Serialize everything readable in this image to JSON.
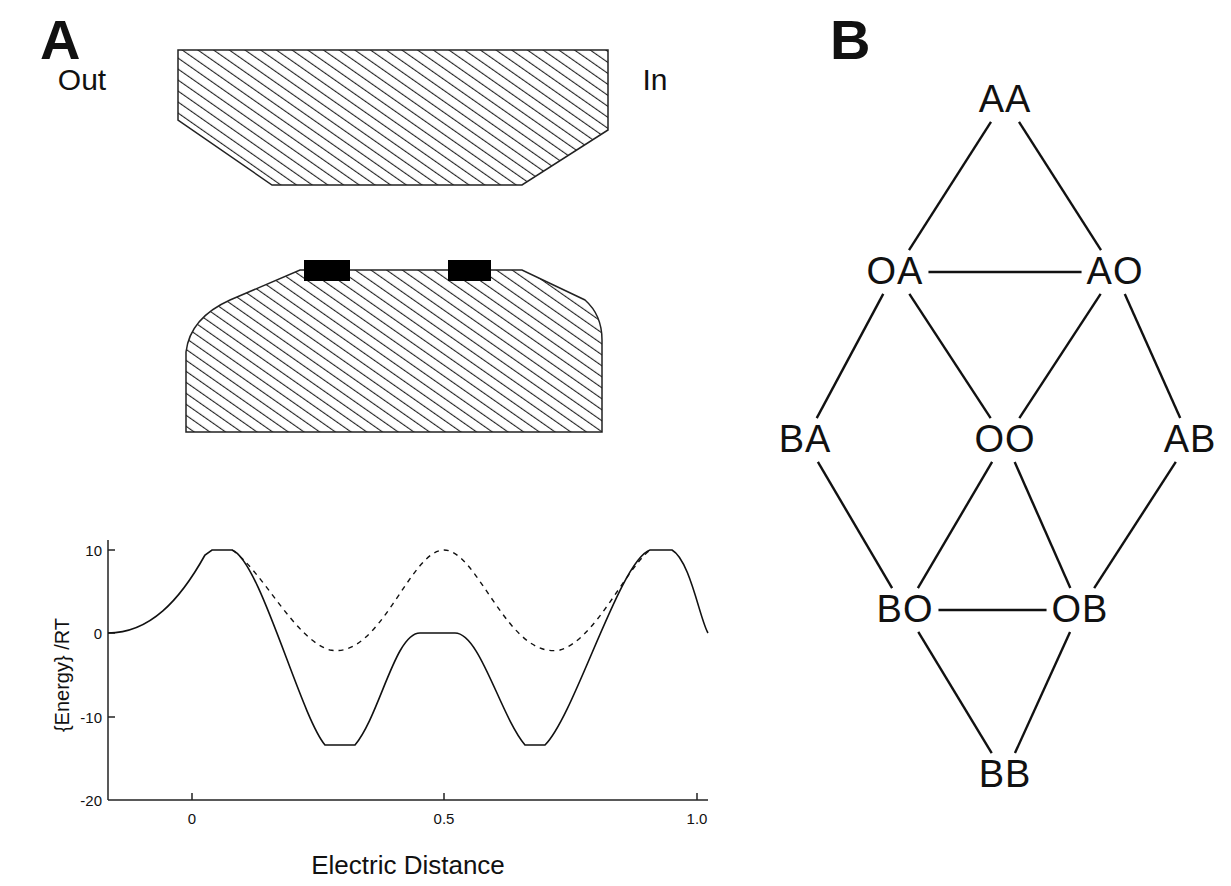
{
  "diagram": {
    "nodes": [
      {
        "text": [
          "AA"
        ]
      },
      {
        "text": [
          "OA"
        ]
      },
      {
        "text": [
          "AO"
        ]
      },
      {
        "text": [
          "BA"
        ]
      },
      {
        "text": [
          "OO"
        ]
      },
      {
        "text": [
          "AB"
        ]
      },
      {
        "text": [
          "BO"
        ]
      },
      {
        "text": [
          "OB"
        ]
      },
      {
        "text": [
          "BB"
        ]
      }
    ],
    "edges": [
      {
        "from": 0,
        "to": 1,
        "arrow": "none"
      },
      {
        "from": 0,
        "to": 2,
        "arrow": "none"
      },
      {
        "from": 1,
        "to": 2,
        "arrow": "none"
      },
      {
        "from": 1,
        "to": 3,
        "arrow": "none"
      },
      {
        "from": 1,
        "to": 4,
        "arrow": "none"
      },
      {
        "from": 2,
        "to": 4,
        "arrow": "none"
      },
      {
        "from": 2,
        "to": 5,
        "arrow": "none"
      },
      {
        "from": 3,
        "to": 6,
        "arrow": "none"
      },
      {
        "from": 4,
        "to": 6,
        "arrow": "none"
      },
      {
        "from": 4,
        "to": 7,
        "arrow": "none"
      },
      {
        "from": 5,
        "to": 7,
        "arrow": "none"
      },
      {
        "from": 6,
        "to": 7,
        "arrow": "none"
      },
      {
        "from": 6,
        "to": 8,
        "arrow": "none"
      },
      {
        "from": 7,
        "to": 8,
        "arrow": "none"
      }
    ],
    "labels": [
      "A",
      "Out",
      "In",
      "10",
      "0",
      "-10",
      "-20",
      "0",
      "0.5",
      "1.0",
      "{Energy} /RT",
      "Electric Distance",
      "B"
    ]
  }
}
